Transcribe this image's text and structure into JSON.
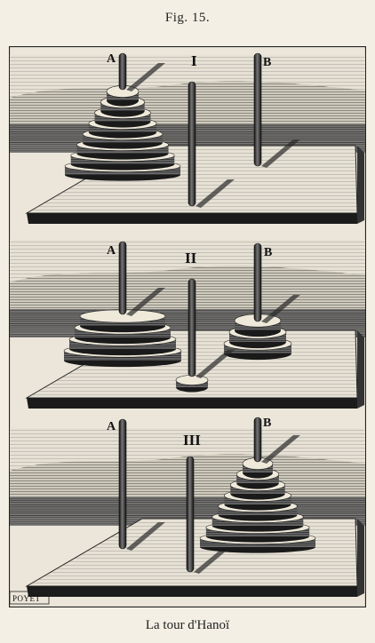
{
  "figure": {
    "number_label": "Fig. 15.",
    "caption": "La tour d'Hanoï",
    "signature": "POYET"
  },
  "panels": [
    {
      "numeral": "I",
      "peg_labels": [
        "A",
        "B"
      ],
      "disc_count": 8
    },
    {
      "numeral": "II",
      "peg_labels": [
        "A",
        "B"
      ],
      "disc_count": 8
    },
    {
      "numeral": "III",
      "peg_labels": [
        "A",
        "B"
      ],
      "disc_count": 8
    }
  ]
}
